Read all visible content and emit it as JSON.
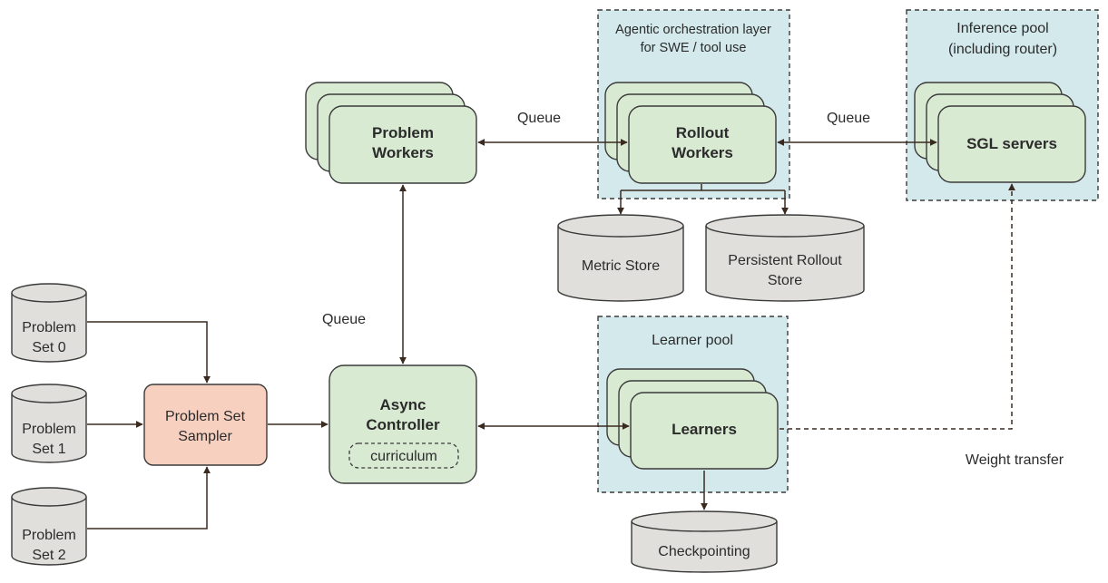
{
  "pools": {
    "agentic": {
      "line1": "Agentic orchestration layer",
      "line2": "for SWE / tool use"
    },
    "inference": {
      "line1": "Inference pool",
      "line2": "(including router)"
    },
    "learner": {
      "line1": "Learner pool"
    }
  },
  "nodes": {
    "problem_workers": {
      "line1": "Problem",
      "line2": "Workers"
    },
    "rollout_workers": {
      "line1": "Rollout",
      "line2": "Workers"
    },
    "sgl_servers": {
      "line1": "SGL servers"
    },
    "async_controller": {
      "line1": "Async",
      "line2": "Controller",
      "curriculum": "curriculum"
    },
    "learners": {
      "line1": "Learners"
    },
    "sampler": {
      "line1": "Problem Set",
      "line2": "Sampler"
    }
  },
  "stores": {
    "metric": {
      "line1": "Metric Store"
    },
    "persistent": {
      "line1": "Persistent Rollout",
      "line2": "Store"
    },
    "checkpointing": {
      "line1": "Checkpointing"
    },
    "set0": {
      "line1": "Problem",
      "line2": "Set 0"
    },
    "set1": {
      "line1": "Problem",
      "line2": "Set 1"
    },
    "set2": {
      "line1": "Problem",
      "line2": "Set 2"
    }
  },
  "edge_labels": {
    "queue_problem_rollout": "Queue",
    "queue_rollout_sgl": "Queue",
    "queue_controller_problem": "Queue",
    "weight_transfer": "Weight transfer"
  }
}
